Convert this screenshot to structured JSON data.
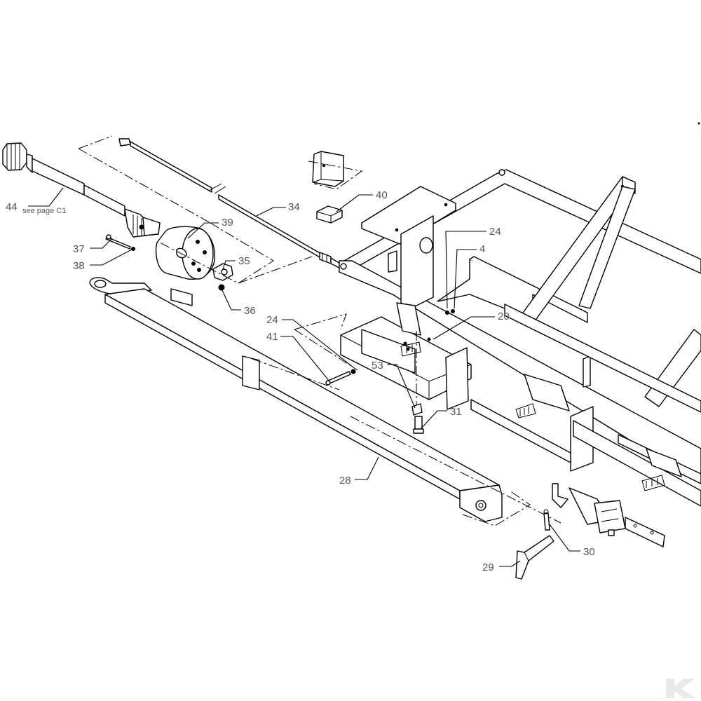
{
  "diagram": {
    "callouts": [
      {
        "id": "c44",
        "label": "44",
        "note": "see page C1"
      },
      {
        "id": "c37",
        "label": "37"
      },
      {
        "id": "c38",
        "label": "38"
      },
      {
        "id": "c39",
        "label": "39"
      },
      {
        "id": "c35",
        "label": "35"
      },
      {
        "id": "c36",
        "label": "36"
      },
      {
        "id": "c34",
        "label": "34"
      },
      {
        "id": "c40",
        "label": "40"
      },
      {
        "id": "c24a",
        "label": "24"
      },
      {
        "id": "c4",
        "label": "4"
      },
      {
        "id": "c20",
        "label": "20"
      },
      {
        "id": "c24b",
        "label": "24"
      },
      {
        "id": "c41",
        "label": "41"
      },
      {
        "id": "c53",
        "label": "53"
      },
      {
        "id": "c31",
        "label": "31"
      },
      {
        "id": "c28",
        "label": "28"
      },
      {
        "id": "c30",
        "label": "30"
      },
      {
        "id": "c29",
        "label": "29"
      }
    ],
    "logo": "K"
  }
}
